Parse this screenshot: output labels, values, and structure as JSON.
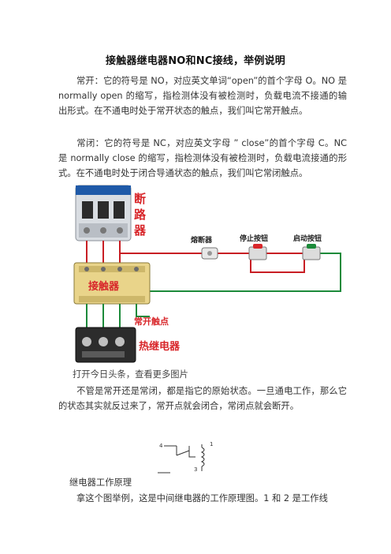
{
  "article": {
    "title": "接触器继电器NO和NC接线，举例说明",
    "p1": "常开：它的符号是 NO，对应英文单词“open”的首个字母 O。NO 是 normally open 的缩写，指检测体没有被检测时，负载电流不接通的输出形式。在不通电时处于常开状态的触点，我们叫它常开触点。",
    "p2": "常闭：它的符号是 NC，对应英文字母 ” close”的首个字母 C。NC 是 normally close 的缩写，指检测体没有被检测时，负载电流接通的形式。在不通电时处于闭合导通状态的触点，我们叫它常闭触点。",
    "figure_caption": "打开今日头条，查看更多图片",
    "p4": "不管是常开还是常闭，都是指它的原始状态。一旦通电工作，那么它的状态其实就反过来了，常开点就会闭合，常闭点就会断开。",
    "subheading": "继电器工作原理",
    "p5": "拿这个图举例，这是中间继电器的工作原理图。1 和 2 是工作线"
  },
  "wiring_diagram": {
    "labels": {
      "breaker": [
        "断",
        "路",
        "器"
      ],
      "fuse": "熔断器",
      "stop_button": "停止按钮",
      "start_button": "启动按钮",
      "contactor": "接触器",
      "no_contact": "常开触点",
      "thermal_relay": "热继电器"
    },
    "colors": {
      "red_label": "#d8262a",
      "wire": "#c81e24",
      "wire_green": "#1c8a3a",
      "breaker_blue": "#1f5aa8",
      "contactor_body": "#e9d48a"
    }
  },
  "relay_diagram": {
    "pins": [
      "4",
      "1",
      "3"
    ]
  }
}
